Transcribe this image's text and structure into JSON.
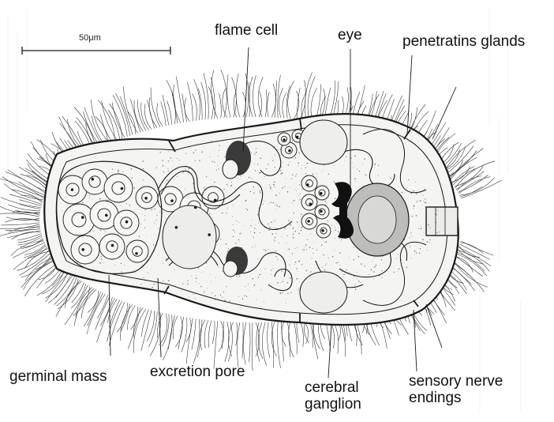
{
  "diagram": {
    "scale_bar": {
      "label": "50μm"
    },
    "labels": {
      "flame_cell": "flame cell",
      "eye": "eye",
      "penetration_glands": "penetratins glands",
      "germinal_mass": "germinal mass",
      "excretion_pore": "excretion pore",
      "cerebral_ganglion": "cerebral\nganglion",
      "sensory_nerve_endings": "sensory nerve\nendings"
    },
    "colors": {
      "ink": "#1a1a1a",
      "paper": "#ffffff",
      "shade": "#6a6a6a",
      "body_fill": "#f4f4f2"
    },
    "icons": [
      "cilia-fringe",
      "flame-cell-cluster",
      "eyespot-pair",
      "germ-ball",
      "penetration-gland",
      "excretory-duct"
    ]
  }
}
